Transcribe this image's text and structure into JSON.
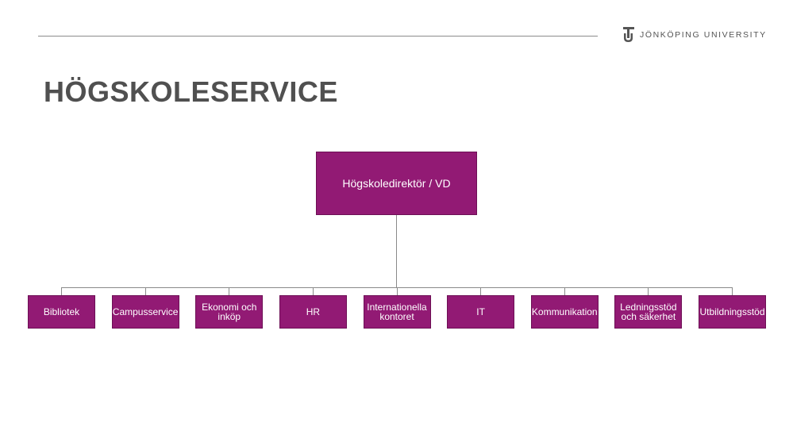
{
  "header": {
    "logo_text": "JÖNKÖPING UNIVERSITY",
    "title": "HÖGSKOLESERVICE"
  },
  "org_chart": {
    "top": {
      "label": "Högskoledirektör / VD"
    },
    "units": [
      {
        "label": "Bibliotek"
      },
      {
        "label": "Campusservice"
      },
      {
        "label": "Ekonomi och inköp"
      },
      {
        "label": "HR"
      },
      {
        "label": "Internationella kontoret"
      },
      {
        "label": "IT"
      },
      {
        "label": "Kommunikation"
      },
      {
        "label": "Ledningsstöd och säkerhet"
      },
      {
        "label": "Utbildningsstöd"
      }
    ]
  },
  "colors": {
    "box_fill": "#921a74",
    "title": "#505050",
    "rule": "#8c8c8c"
  }
}
